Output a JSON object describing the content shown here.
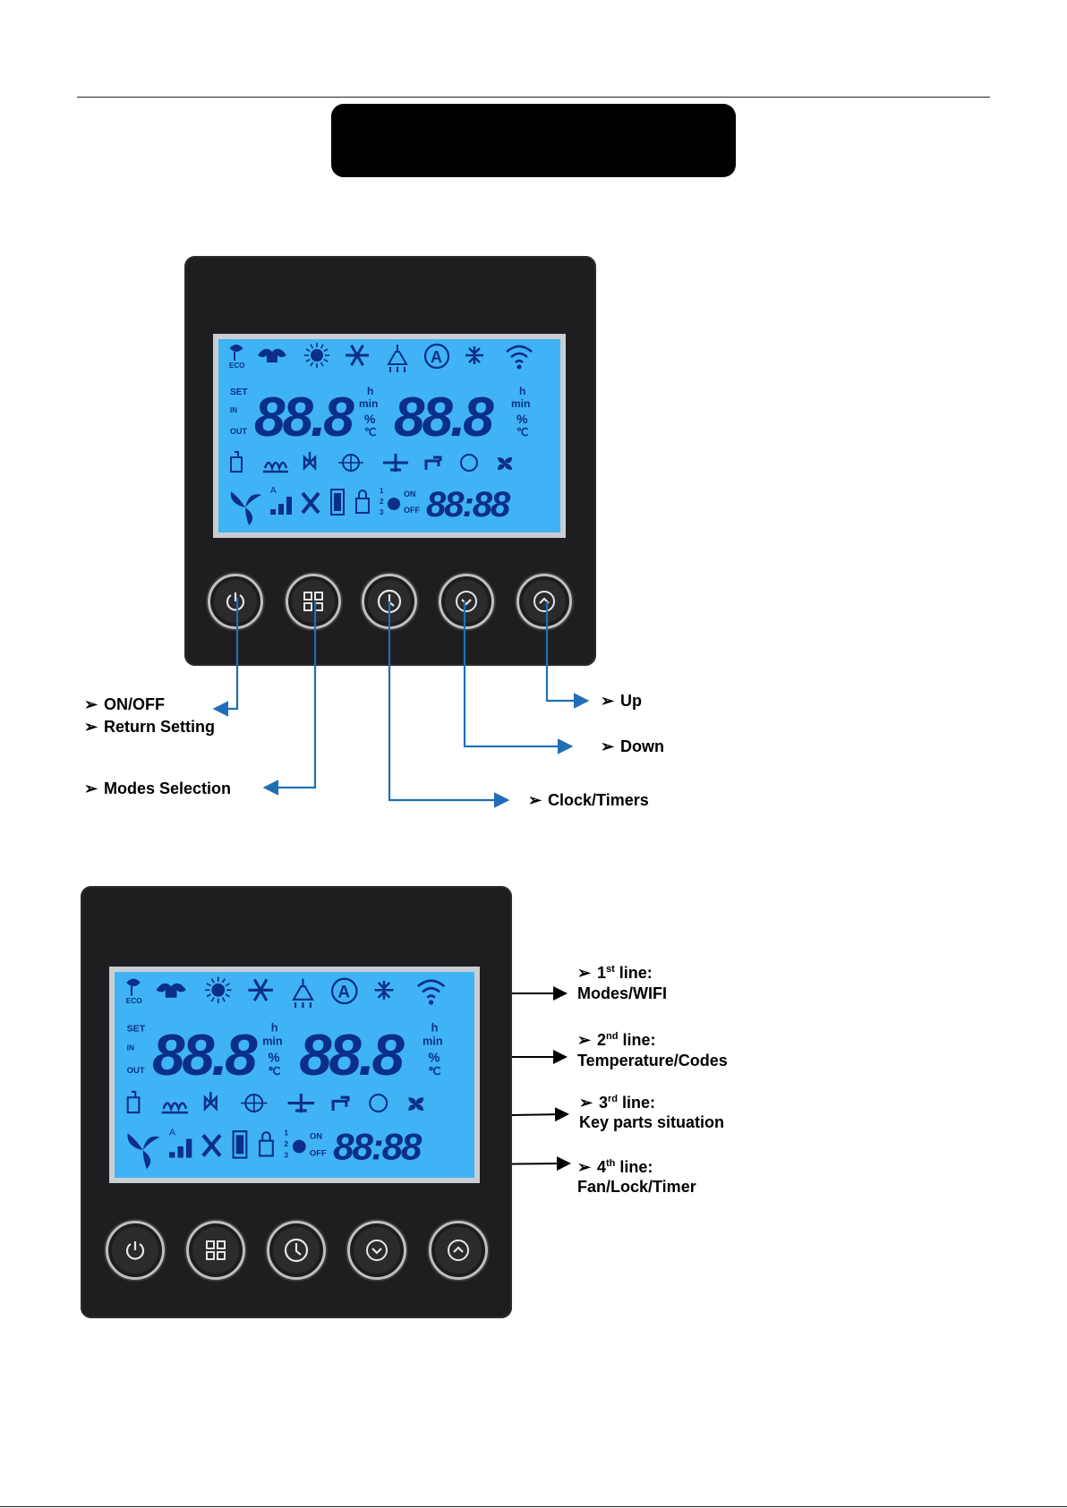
{
  "page": {
    "title": ""
  },
  "panel": {
    "lcd": {
      "line1_eco": "ECO",
      "line2_set": "SET",
      "line2_in": "IN",
      "line2_out": "OUT",
      "digits_left": "88.8",
      "digits_right": "88.8",
      "unit_h": "h",
      "unit_min": "min",
      "unit_pct": "%",
      "unit_c": "℃",
      "line4_a": "A",
      "line4_123": "1 2 3",
      "line4_on": "ON",
      "line4_off": "OFF",
      "clock": "88:88"
    },
    "buttons": [
      {
        "icon": "power-icon"
      },
      {
        "icon": "mode-grid-icon"
      },
      {
        "icon": "clock-icon"
      },
      {
        "icon": "chevron-down-icon"
      },
      {
        "icon": "chevron-up-icon"
      }
    ]
  },
  "callouts_top": {
    "on_off": "ON/OFF",
    "return_setting": "Return Setting",
    "modes_selection": "Modes Selection",
    "clock_timers": "Clock/Timers",
    "down": "Down",
    "up": "Up"
  },
  "callouts_bottom": {
    "line1_num": "1",
    "line1_sup": "st",
    "line1_word": " line:",
    "line1_desc": "Modes/WIFI",
    "line2_num": "2",
    "line2_sup": "nd",
    "line2_word": " line:",
    "line2_desc": "Temperature/Codes",
    "line3_num": "3",
    "line3_sup": "rd",
    "line3_word": " line:",
    "line3_desc": "Key parts situation",
    "line4_num": "4",
    "line4_sup": "th",
    "line4_word": " line:",
    "line4_desc": "Fan/Lock/Timer"
  },
  "colors": {
    "lcd_bg": "#3fb3f5",
    "lcd_segment": "#0b2e8a",
    "arrow_blue": "#1f6fb5",
    "panel": "#1e1e20"
  }
}
